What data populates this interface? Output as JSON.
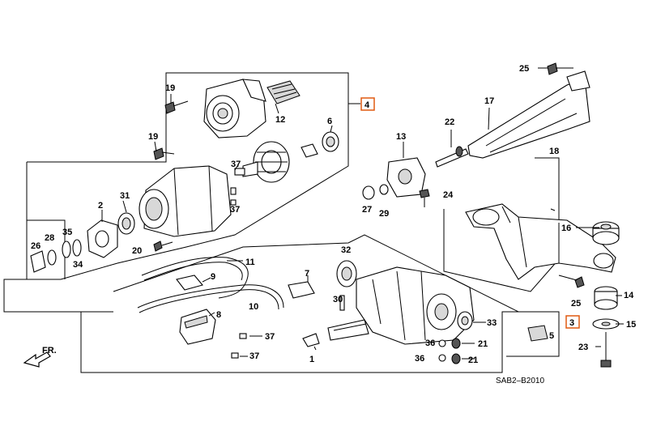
{
  "diagram": {
    "figure_code": "SAB2–B2010",
    "front_indicator": "FR.",
    "boxed_refs": [
      "4",
      "3"
    ],
    "parts": [
      "1",
      "2",
      "3",
      "4",
      "5",
      "6",
      "7",
      "8",
      "9",
      "10",
      "11",
      "12",
      "13",
      "14",
      "15",
      "16",
      "17",
      "18",
      "19",
      "19",
      "20",
      "21",
      "21",
      "22",
      "23",
      "24",
      "25",
      "25",
      "26",
      "27",
      "28",
      "29",
      "30",
      "31",
      "32",
      "33",
      "34",
      "35",
      "36",
      "36",
      "37",
      "37",
      "37",
      "37"
    ]
  }
}
